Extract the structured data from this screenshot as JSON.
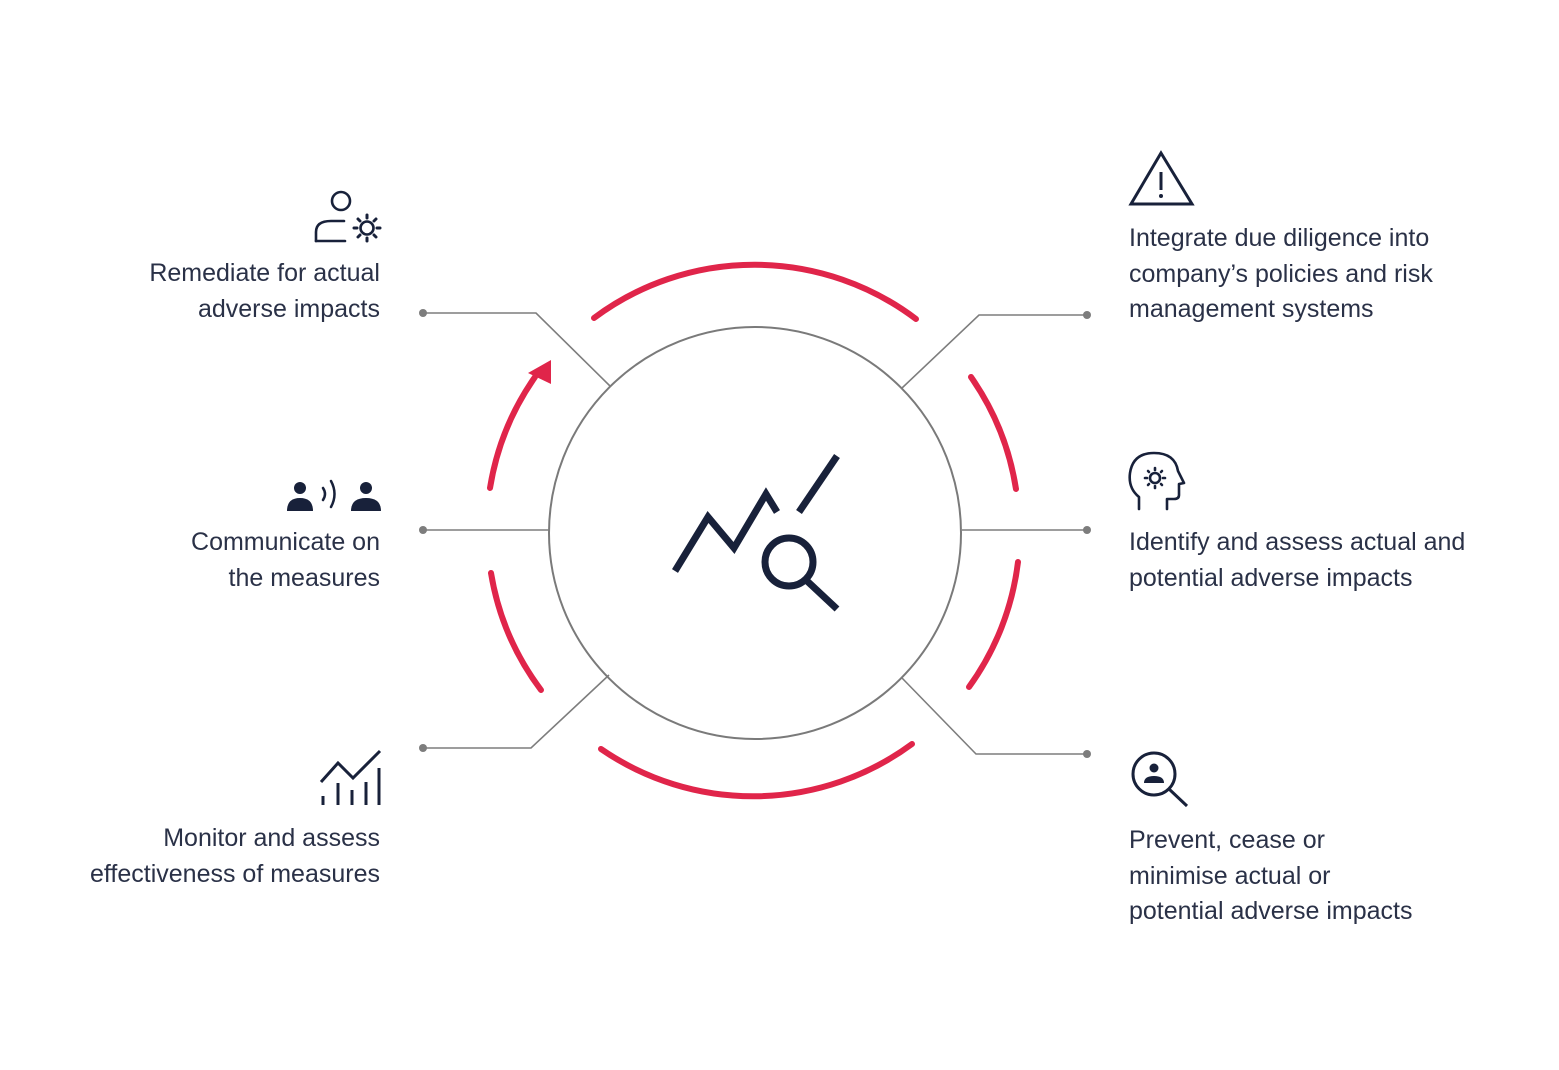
{
  "colors": {
    "accent": "#e0254a",
    "icon": "#18213a",
    "text": "#2a3147",
    "connector": "#7d7d7d",
    "circle": "#7a7a7a"
  },
  "center": {
    "icon": "chart-magnifier-icon"
  },
  "steps": [
    {
      "id": "integrate",
      "side": "right",
      "icon": "warning-triangle-icon",
      "lines": [
        "Integrate due diligence into",
        "company’s policies and risk",
        "management systems"
      ]
    },
    {
      "id": "identify",
      "side": "right",
      "icon": "head-gear-icon",
      "lines": [
        "Identify and assess actual and",
        "potential adverse impacts"
      ]
    },
    {
      "id": "prevent",
      "side": "right",
      "icon": "person-search-icon",
      "lines": [
        "Prevent, cease or",
        "minimise actual or",
        "potential adverse impacts"
      ]
    },
    {
      "id": "monitor",
      "side": "left",
      "icon": "trend-bars-icon",
      "lines": [
        "Monitor and assess",
        "effectiveness of measures"
      ]
    },
    {
      "id": "communicate",
      "side": "left",
      "icon": "people-talking-icon",
      "lines": [
        "Communicate on",
        "the measures"
      ]
    },
    {
      "id": "remediate",
      "side": "left",
      "icon": "person-gear-icon",
      "lines": [
        "Remediate for actual",
        "adverse impacts"
      ]
    }
  ]
}
